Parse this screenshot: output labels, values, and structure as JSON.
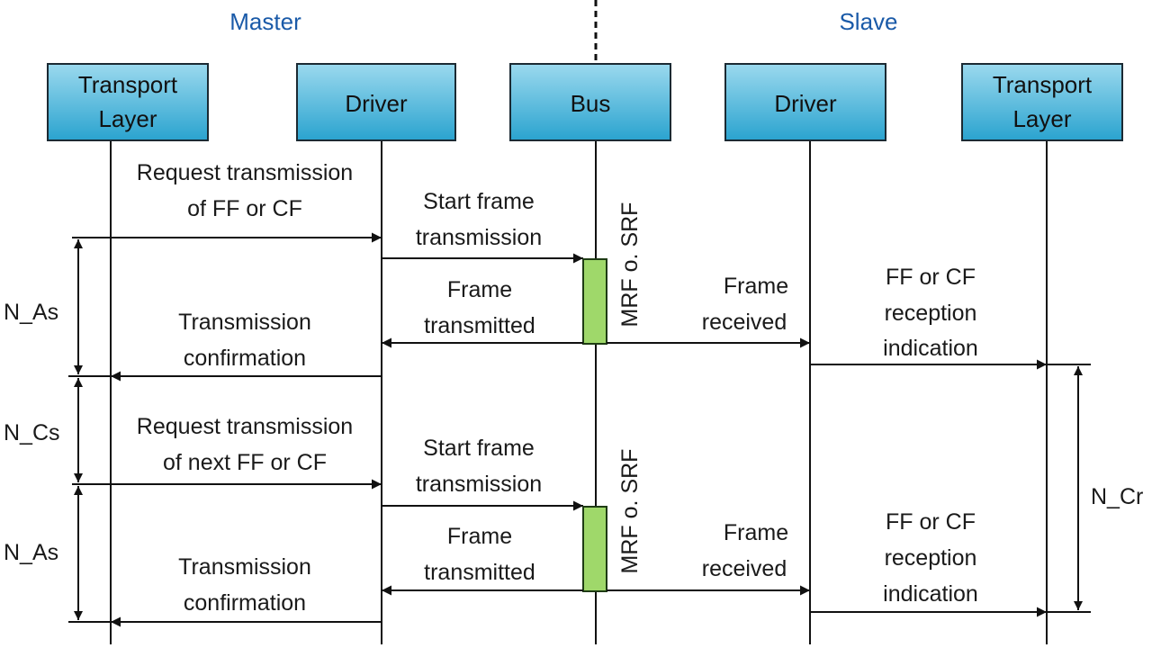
{
  "sides": {
    "master": "Master",
    "slave": "Slave"
  },
  "colors": {
    "side_label": "#1a5aa8",
    "box_top": "#8ed3ea",
    "box_bottom": "#1e9fcc",
    "bus_frame": "#9fd86a"
  },
  "lanes": [
    {
      "id": "master-transport",
      "label": [
        "Transport",
        "Layer"
      ]
    },
    {
      "id": "master-driver",
      "label": [
        "Driver"
      ]
    },
    {
      "id": "bus",
      "label": [
        "Bus"
      ]
    },
    {
      "id": "slave-driver",
      "label": [
        "Driver"
      ]
    },
    {
      "id": "slave-transport",
      "label": [
        "Transport",
        "Layer"
      ]
    }
  ],
  "cycle1": {
    "request": [
      "Request transmission",
      "of FF or CF"
    ],
    "start": [
      "Start frame",
      "transmission"
    ],
    "bus_frame": "MRF o. SRF",
    "transmitted": [
      "Frame",
      "transmitted"
    ],
    "received": [
      "Frame",
      "received"
    ],
    "indication": [
      "FF or CF",
      "reception",
      "indication"
    ],
    "confirmation": [
      "Transmission",
      "confirmation"
    ]
  },
  "cycle2": {
    "request": [
      "Request transmission",
      "of next FF or CF"
    ],
    "start": [
      "Start frame",
      "transmission"
    ],
    "bus_frame": "MRF o. SRF",
    "transmitted": [
      "Frame",
      "transmitted"
    ],
    "received": [
      "Frame",
      "received"
    ],
    "indication": [
      "FF or CF",
      "reception",
      "indication"
    ],
    "confirmation": [
      "Transmission",
      "confirmation"
    ]
  },
  "timers": {
    "n_as_1": "N_As",
    "n_cs": "N_Cs",
    "n_as_2": "N_As",
    "n_cr": "N_Cr"
  }
}
